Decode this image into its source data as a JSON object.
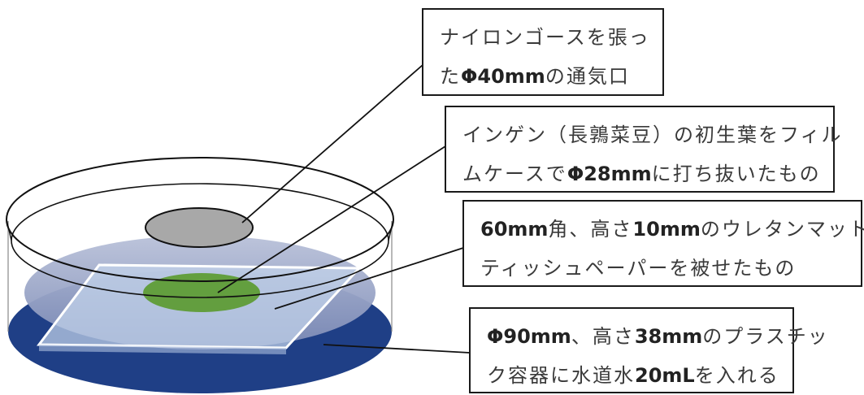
{
  "callouts": {
    "vent": {
      "lines": [
        [
          {
            "t": "ナイロンゴースを張っ",
            "b": false
          }
        ],
        [
          {
            "t": "た",
            "b": false
          },
          {
            "t": "Φ40mm",
            "b": true
          },
          {
            "t": "の通気口",
            "b": false
          }
        ]
      ]
    },
    "leaf": {
      "lines": [
        [
          {
            "t": "インゲン（長鶉菜豆）の初生葉をフィル",
            "b": false
          }
        ],
        [
          {
            "t": "ムケースで",
            "b": false
          },
          {
            "t": "Φ28mm",
            "b": true
          },
          {
            "t": "に打ち抜いたもの",
            "b": false
          }
        ]
      ]
    },
    "mat": {
      "lines": [
        [
          {
            "t": "60mm",
            "b": true
          },
          {
            "t": "角、高さ",
            "b": false
          },
          {
            "t": "10mm",
            "b": true
          },
          {
            "t": "のウレタンマットに",
            "b": false
          }
        ],
        [
          {
            "t": "ティッシュペーパーを被せたもの",
            "b": false
          }
        ]
      ]
    },
    "container": {
      "lines": [
        [
          {
            "t": "Φ90mm",
            "b": true
          },
          {
            "t": "、高さ",
            "b": false
          },
          {
            "t": "38mm",
            "b": true
          },
          {
            "t": "のプラスチッ",
            "b": false
          }
        ],
        [
          {
            "t": "ク容器に水道水",
            "b": false
          },
          {
            "t": "20mL",
            "b": true
          },
          {
            "t": "を入れる",
            "b": false
          }
        ]
      ]
    }
  },
  "colors": {
    "water": "#1f3f86",
    "lid_fill": "#9aa5c6",
    "mat_fill": "#c2d3ea",
    "leaf": "#5a9a2e",
    "vent": "#a8a8a8",
    "outline": "#111111"
  }
}
